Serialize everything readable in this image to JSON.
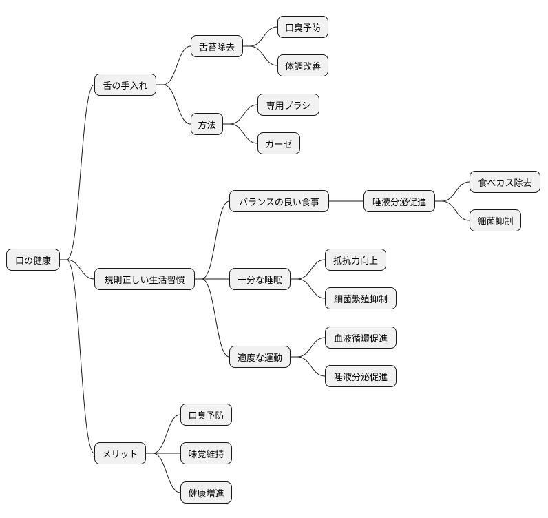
{
  "mindmap": {
    "root": "口の健康",
    "branches": [
      {
        "label": "舌の手入れ",
        "children": [
          {
            "label": "舌苔除去",
            "children": [
              "口臭予防",
              "体調改善"
            ]
          },
          {
            "label": "方法",
            "children": [
              "専用ブラシ",
              "ガーゼ"
            ]
          }
        ]
      },
      {
        "label": "規則正しい生活習慣",
        "children": [
          {
            "label": "バランスの良い食事",
            "children": [
              {
                "label": "唾液分泌促進",
                "children": [
                  "食べカス除去",
                  "細菌抑制"
                ]
              }
            ]
          },
          {
            "label": "十分な睡眠",
            "children": [
              "抵抗力向上",
              "細菌繁殖抑制"
            ]
          },
          {
            "label": "適度な運動",
            "children": [
              "血液循環促進",
              "唾液分泌促進"
            ]
          }
        ]
      },
      {
        "label": "メリット",
        "children": [
          "口臭予防",
          "味覚維持",
          "健康増進"
        ]
      }
    ]
  }
}
